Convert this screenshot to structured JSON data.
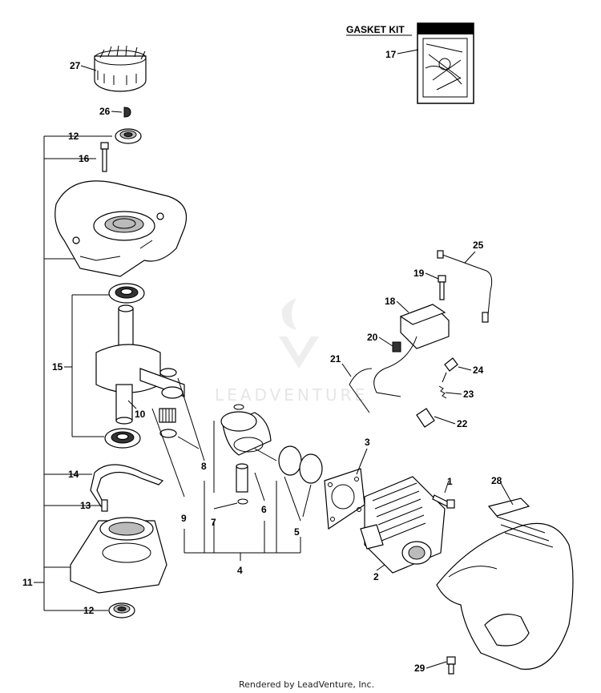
{
  "gasket_kit": {
    "title": "GASKET KIT",
    "callout": "17"
  },
  "watermark": "LEADVENTURE",
  "footer": "Rendered by LeadVenture, Inc.",
  "callouts": {
    "c1": "1",
    "c2": "2",
    "c3": "3",
    "c4": "4",
    "c5": "5",
    "c6": "6",
    "c7": "7",
    "c8": "8",
    "c9": "9",
    "c10": "10",
    "c11": "11",
    "c12a": "12",
    "c12b": "12",
    "c13": "13",
    "c14": "14",
    "c15": "15",
    "c16": "16",
    "c18": "18",
    "c19": "19",
    "c20": "20",
    "c21": "21",
    "c22": "22",
    "c23": "23",
    "c24": "24",
    "c25": "25",
    "c26": "26",
    "c27": "27",
    "c28": "28",
    "c29": "29"
  }
}
